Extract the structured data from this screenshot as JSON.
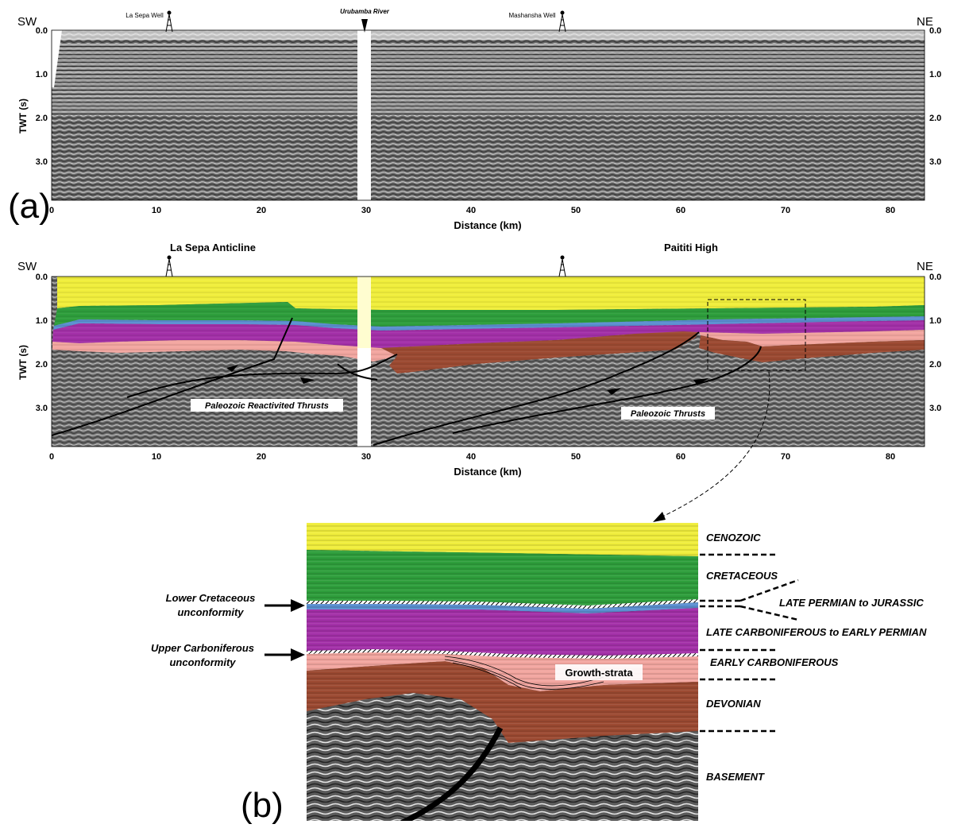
{
  "panel_a": {
    "label": "(a)",
    "left_corner": "SW",
    "right_corner": "NE",
    "well_left": "La Sepa Well",
    "river": "Urubamba River",
    "well_right": "Mashansha Well",
    "y_axis_label": "TWT (s)",
    "x_axis_label": "Distance (km)",
    "y_ticks": [
      "0.0",
      "1.0",
      "2.0",
      "3.0"
    ],
    "x_ticks": [
      "0",
      "10",
      "20",
      "30",
      "40",
      "50",
      "60",
      "70",
      "80"
    ]
  },
  "panel_a2": {
    "left_corner": "SW",
    "right_corner": "NE",
    "title_left": "La Sepa Anticline",
    "title_right": "Paititi High",
    "y_axis_label": "TWT (s)",
    "x_axis_label": "Distance (km)",
    "y_ticks": [
      "0.0",
      "1.0",
      "2.0",
      "3.0"
    ],
    "x_ticks": [
      "0",
      "10",
      "20",
      "30",
      "40",
      "50",
      "60",
      "70",
      "80"
    ],
    "label_thrusts_left": "Paleozoic Reactivited Thrusts",
    "label_thrusts_right": "Paleozoic Thrusts"
  },
  "panel_b": {
    "label": "(b)",
    "annot_lower_cret_1": "Lower Cretaceous",
    "annot_lower_cret_2": "unconformity",
    "annot_upper_carb_1": "Upper Carboniferous",
    "annot_upper_carb_2": "unconformity",
    "growth_strata": "Growth-strata",
    "units": [
      "CENOZOIC",
      "CRETACEOUS",
      "LATE PERMIAN to JURASSIC",
      "LATE CARBONIFEROUS to EARLY PERMIAN",
      "EARLY CARBONIFEROUS",
      "DEVONIAN",
      "BASEMENT"
    ]
  },
  "colors": {
    "cenozoic": "#f0ee3c",
    "cretaceous": "#2e9e3c",
    "permian_jurassic": "#5b8fd0",
    "carb_permian": "#a330a8",
    "early_carb": "#f2a6a0",
    "devonian": "#9c4a32",
    "basement": "#8a8a8a"
  }
}
